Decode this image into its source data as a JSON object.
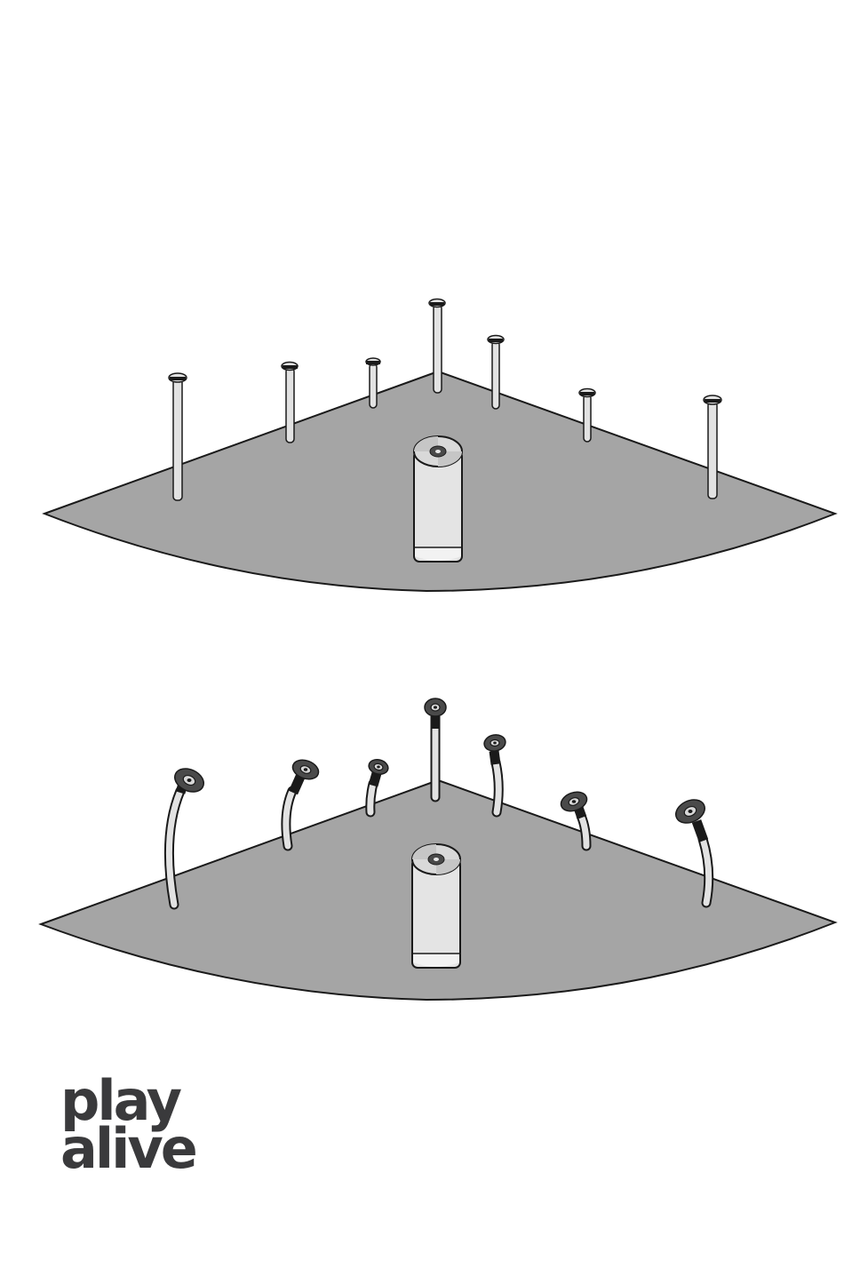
{
  "colors": {
    "plate": "#a5a5a5",
    "stroke": "#1a1a1a",
    "rod": "#e2e2e2",
    "rod_shade": "#c6c6c6",
    "cap_dark": "#4a4a4a",
    "canister": "#e4e4e4",
    "logo": "#3a3a3c"
  },
  "diagram": {
    "panels": [
      {
        "name": "straight-nozzles",
        "nozzle_state": "upright",
        "nozzle_count": 7,
        "has_center_canister": true
      },
      {
        "name": "bent-nozzles",
        "nozzle_state": "bent",
        "nozzle_count": 7,
        "has_center_canister": true
      }
    ]
  },
  "logo": {
    "line1": "play",
    "line2": "alive"
  }
}
